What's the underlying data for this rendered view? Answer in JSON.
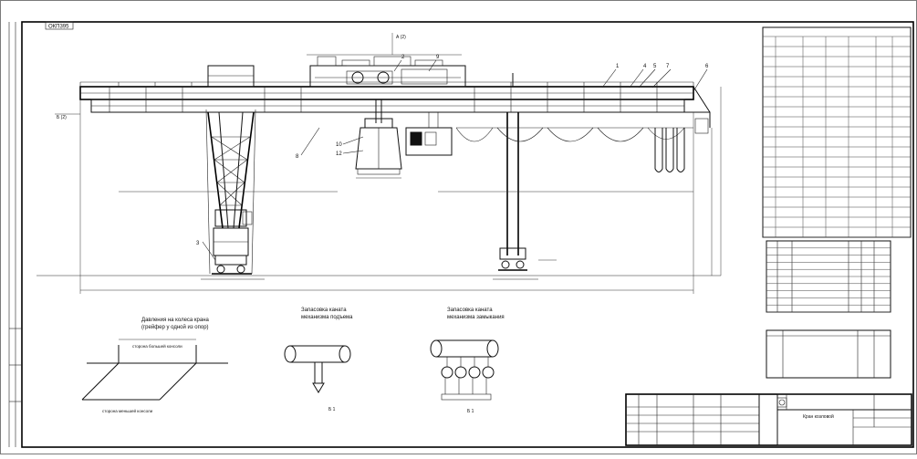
{
  "drawing": {
    "top_left_code": "ОКП395",
    "view_label_top": "А (2)",
    "view_label_left": "Б (2)",
    "leader_numbers": [
      "1",
      "2",
      "3",
      "4",
      "5",
      "6",
      "7",
      "8",
      "9",
      "10",
      "12"
    ],
    "dims": {
      "top_left": "",
      "top_right": "",
      "left_inner": "",
      "right_inner": "",
      "bottom_left": "",
      "bottom_right": "",
      "trolley_w": "",
      "trolley_w2": "",
      "right_height": "",
      "right_height2": "",
      "right_small": "",
      "mid_label": ""
    },
    "bottom_left_title": [
      "Давления на колеса крана",
      "(грейфер у одной из опор)"
    ],
    "bottom_left_notes": {
      "base": "",
      "big_side": "сторона большей консоли",
      "small_side": "сторона меньшей консоли",
      "loads_top": [
        "",
        "",
        "",
        ""
      ],
      "loads_bottom": [
        "",
        "",
        "",
        ""
      ],
      "track": ""
    },
    "rope_lift_title": [
      "Запасовка каната",
      "механизма подъема"
    ],
    "rope_close_title": [
      "Запасовка каната",
      "механизма замыкания"
    ],
    "rope_lift_label": "Б 1",
    "rope_close_label": "Б 1",
    "notes_lines": [
      "",
      "",
      "",
      "",
      "",
      "",
      "",
      "",
      "",
      "",
      "",
      "",
      "",
      "",
      "",
      "",
      "",
      "",
      "",
      ""
    ]
  },
  "spec_table": {
    "title": "",
    "rows": 20
  },
  "parts_list": {
    "rows": [
      {
        "pos": "",
        "code": "",
        "name": "",
        "a": "",
        "b": ""
      },
      {
        "pos": "",
        "code": "",
        "name": "",
        "a": "",
        "b": ""
      },
      {
        "pos": "",
        "code": "",
        "name": "",
        "a": "",
        "b": ""
      },
      {
        "pos": "",
        "code": "",
        "name": "",
        "a": "",
        "b": ""
      },
      {
        "pos": "",
        "code": "",
        "name": "",
        "a": "",
        "b": ""
      },
      {
        "pos": "",
        "code": "",
        "name": "",
        "a": "",
        "b": ""
      },
      {
        "pos": "",
        "code": "",
        "name": "",
        "a": "",
        "b": ""
      },
      {
        "pos": "",
        "code": "",
        "name": "",
        "a": "",
        "b": ""
      },
      {
        "pos": "",
        "code": "",
        "name": "",
        "a": "",
        "b": ""
      },
      {
        "pos": "",
        "code": "",
        "name": "",
        "a": "",
        "b": ""
      }
    ],
    "footer": ""
  },
  "revisions": {
    "header": [
      "",
      ""
    ]
  },
  "title_block": {
    "doc_code": "",
    "sheet_no": "",
    "name_line1": "Кран козловой",
    "name_line2": "",
    "sheet_count_label": "",
    "bottom_right": ""
  },
  "left_strip": [
    "",
    "",
    "",
    ""
  ]
}
